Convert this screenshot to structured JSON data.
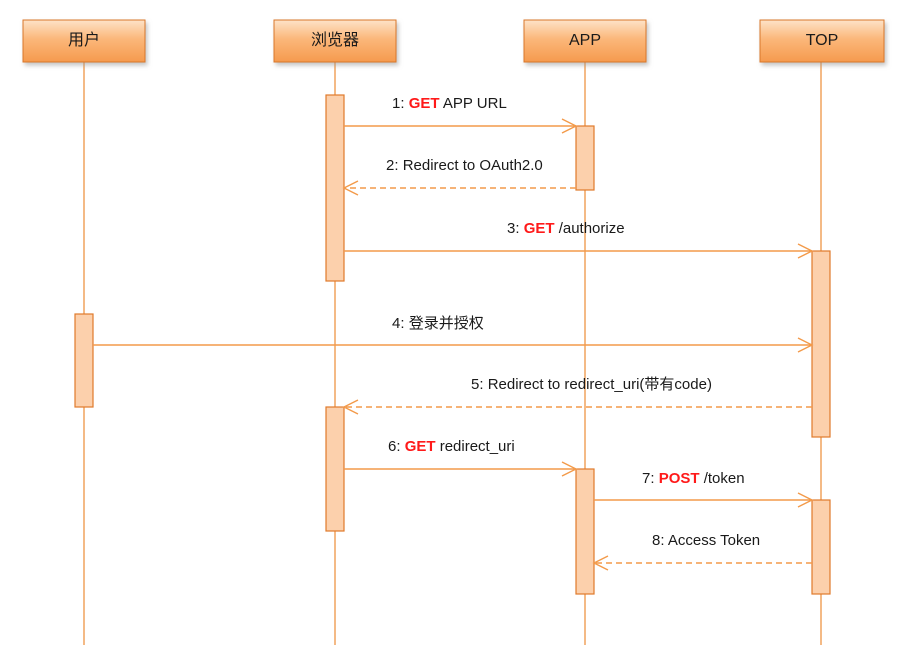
{
  "colors": {
    "lifeline": "#f0a35e",
    "activation_fill": "#fcd0ac",
    "arrow": "#f39a4a",
    "keyword": "#ff1a1a"
  },
  "actors": [
    {
      "id": "user",
      "label": "用户"
    },
    {
      "id": "browser",
      "label": "浏览器"
    },
    {
      "id": "app",
      "label": "APP"
    },
    {
      "id": "top",
      "label": "TOP"
    }
  ],
  "messages": [
    {
      "num": "1: ",
      "keyword": "GET",
      "text": " APP URL",
      "from": "browser",
      "to": "app",
      "style": "solid"
    },
    {
      "num": "2: ",
      "keyword": "",
      "text": "Redirect to OAuth2.0",
      "from": "app",
      "to": "browser",
      "style": "dashed"
    },
    {
      "num": "3: ",
      "keyword": "GET",
      "text": " /authorize",
      "from": "browser",
      "to": "top",
      "style": "solid"
    },
    {
      "num": "4: ",
      "keyword": "",
      "text": "登录并授权",
      "from": "user",
      "to": "top",
      "style": "solid"
    },
    {
      "num": "5: ",
      "keyword": "",
      "text": "Redirect to redirect_uri(带有code)",
      "from": "top",
      "to": "browser",
      "style": "dashed"
    },
    {
      "num": "6: ",
      "keyword": "GET",
      "text": " redirect_uri",
      "from": "browser",
      "to": "app",
      "style": "solid"
    },
    {
      "num": "7: ",
      "keyword": "POST",
      "text": " /token",
      "from": "app",
      "to": "top",
      "style": "solid"
    },
    {
      "num": "8: ",
      "keyword": "",
      "text": "Access Token",
      "from": "top",
      "to": "app",
      "style": "dashed"
    }
  ]
}
